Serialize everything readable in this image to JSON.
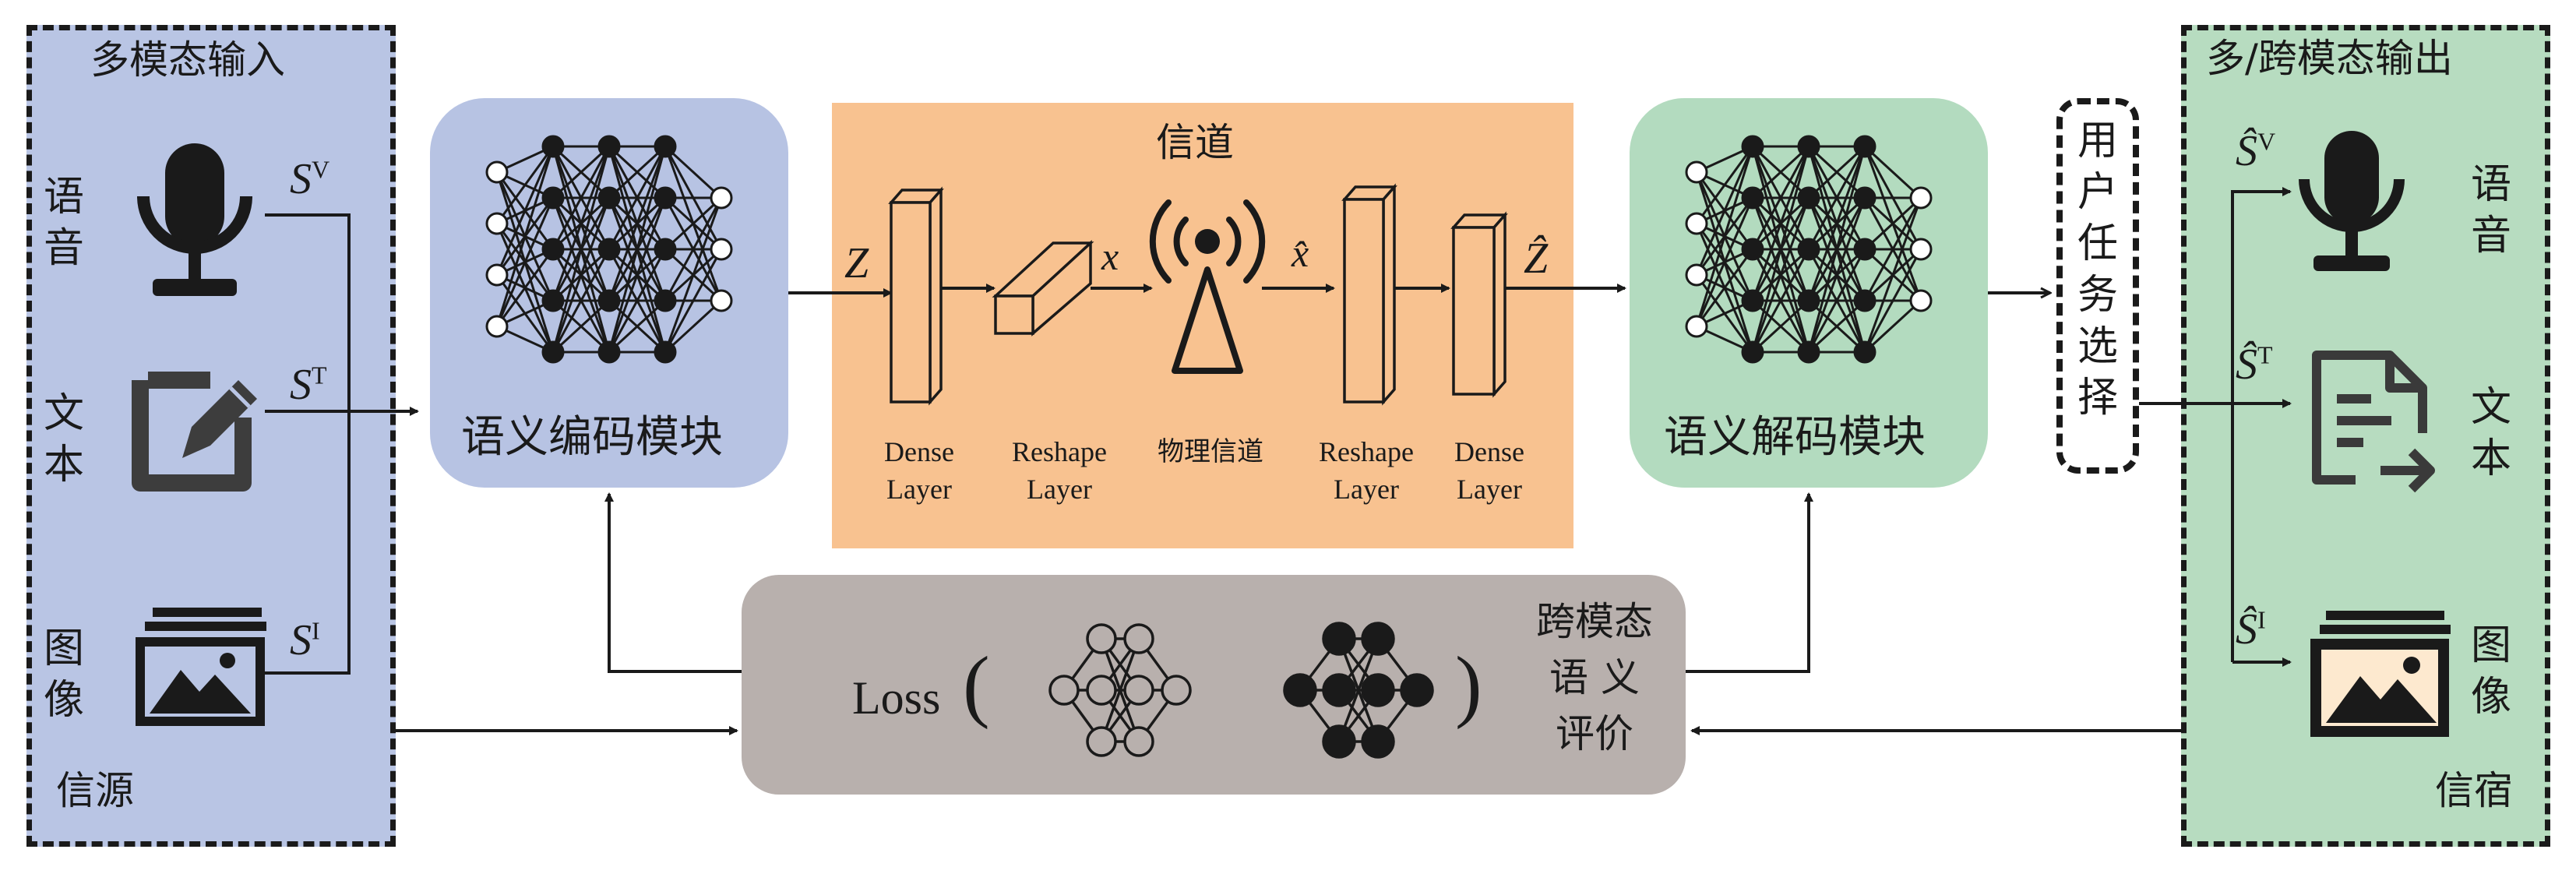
{
  "left_panel": {
    "title": "多模态输入",
    "rows": [
      {
        "label": "语音",
        "symbol": "S",
        "sup": "V"
      },
      {
        "label": "文本",
        "symbol": "S",
        "sup": "T"
      },
      {
        "label": "图像",
        "symbol": "S",
        "sup": "I"
      }
    ],
    "footer": "信源"
  },
  "encoder": {
    "label": "语义编码模块"
  },
  "channel": {
    "title": "信道",
    "layers": [
      {
        "line1": "Dense",
        "line2": "Layer"
      },
      {
        "line1": "Reshape",
        "line2": "Layer"
      },
      {
        "line1": "物理信道",
        "line2": ""
      },
      {
        "line1": "Reshape",
        "line2": "Layer"
      },
      {
        "line1": "Dense",
        "line2": "Layer"
      }
    ],
    "symbols": {
      "z": "Z",
      "x": "x",
      "xhat": "x̂",
      "zhat": "Ẑ"
    }
  },
  "decoder": {
    "label": "语义解码模块"
  },
  "user_task": {
    "chars": [
      "用",
      "户",
      "任",
      "务",
      "选",
      "择"
    ]
  },
  "right_panel": {
    "title": "多/跨模态输出",
    "rows": [
      {
        "label": "语音",
        "symbol": "Ŝ",
        "sup": "V"
      },
      {
        "label": "文本",
        "symbol": "Ŝ",
        "sup": "T"
      },
      {
        "label": "图像",
        "symbol": "Ŝ",
        "sup": "I"
      }
    ],
    "footer": "信宿"
  },
  "evaluation": {
    "loss_label": "Loss",
    "open_paren": "(",
    "close_paren": ")",
    "lines": [
      "跨模态",
      "语 义",
      "评价"
    ]
  }
}
